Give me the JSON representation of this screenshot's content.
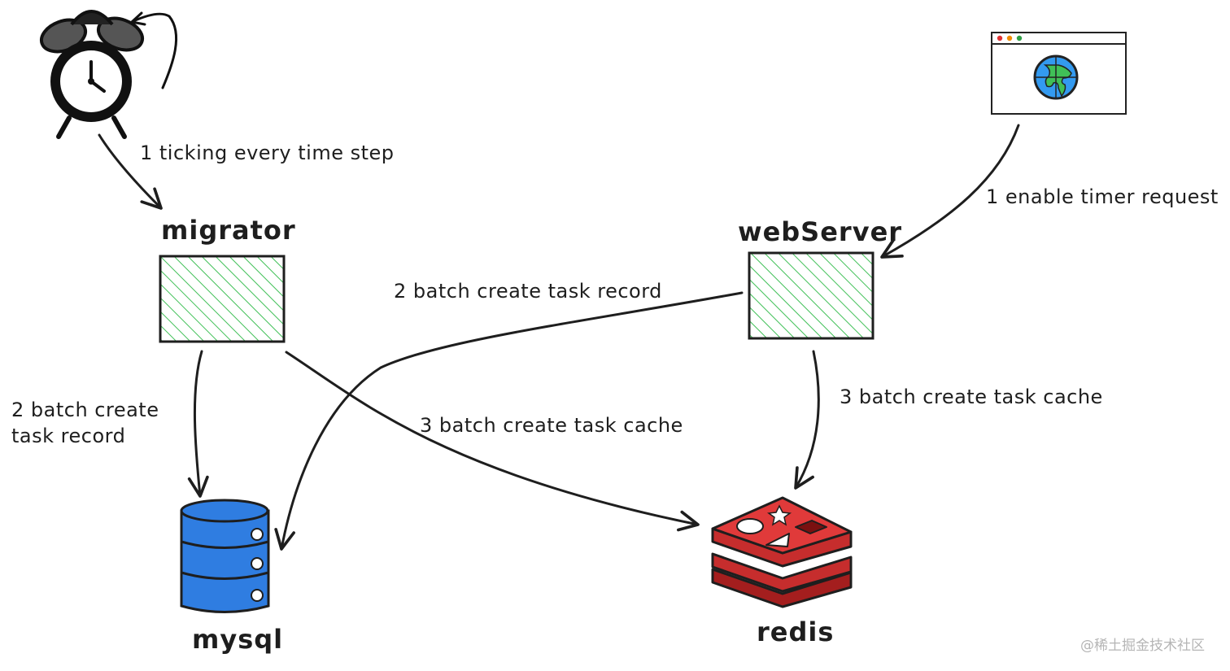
{
  "nodes": {
    "migrator": {
      "title": "migrator",
      "fill": "#40c057"
    },
    "webServer": {
      "title": "webServer",
      "fill": "#40c057"
    },
    "mysql": {
      "title": "mysql",
      "color": "#2f7de1"
    },
    "redis": {
      "title": "redis",
      "color": "#c62d2d"
    },
    "clock": {
      "icon": "alarm-clock-icon"
    },
    "browser": {
      "icon": "browser-globe-icon"
    }
  },
  "edges": {
    "clock_to_migrator": "1 ticking every time step",
    "browser_to_webserver": "1 enable timer request",
    "webserver_to_mysql": "2 batch create task record",
    "migrator_to_mysql_line1": "2 batch create",
    "migrator_to_mysql_line2": "task record",
    "migrator_to_redis": "3 batch create task cache",
    "webserver_to_redis": "3 batch create task cache"
  },
  "watermark": "@稀土掘金技术社区"
}
